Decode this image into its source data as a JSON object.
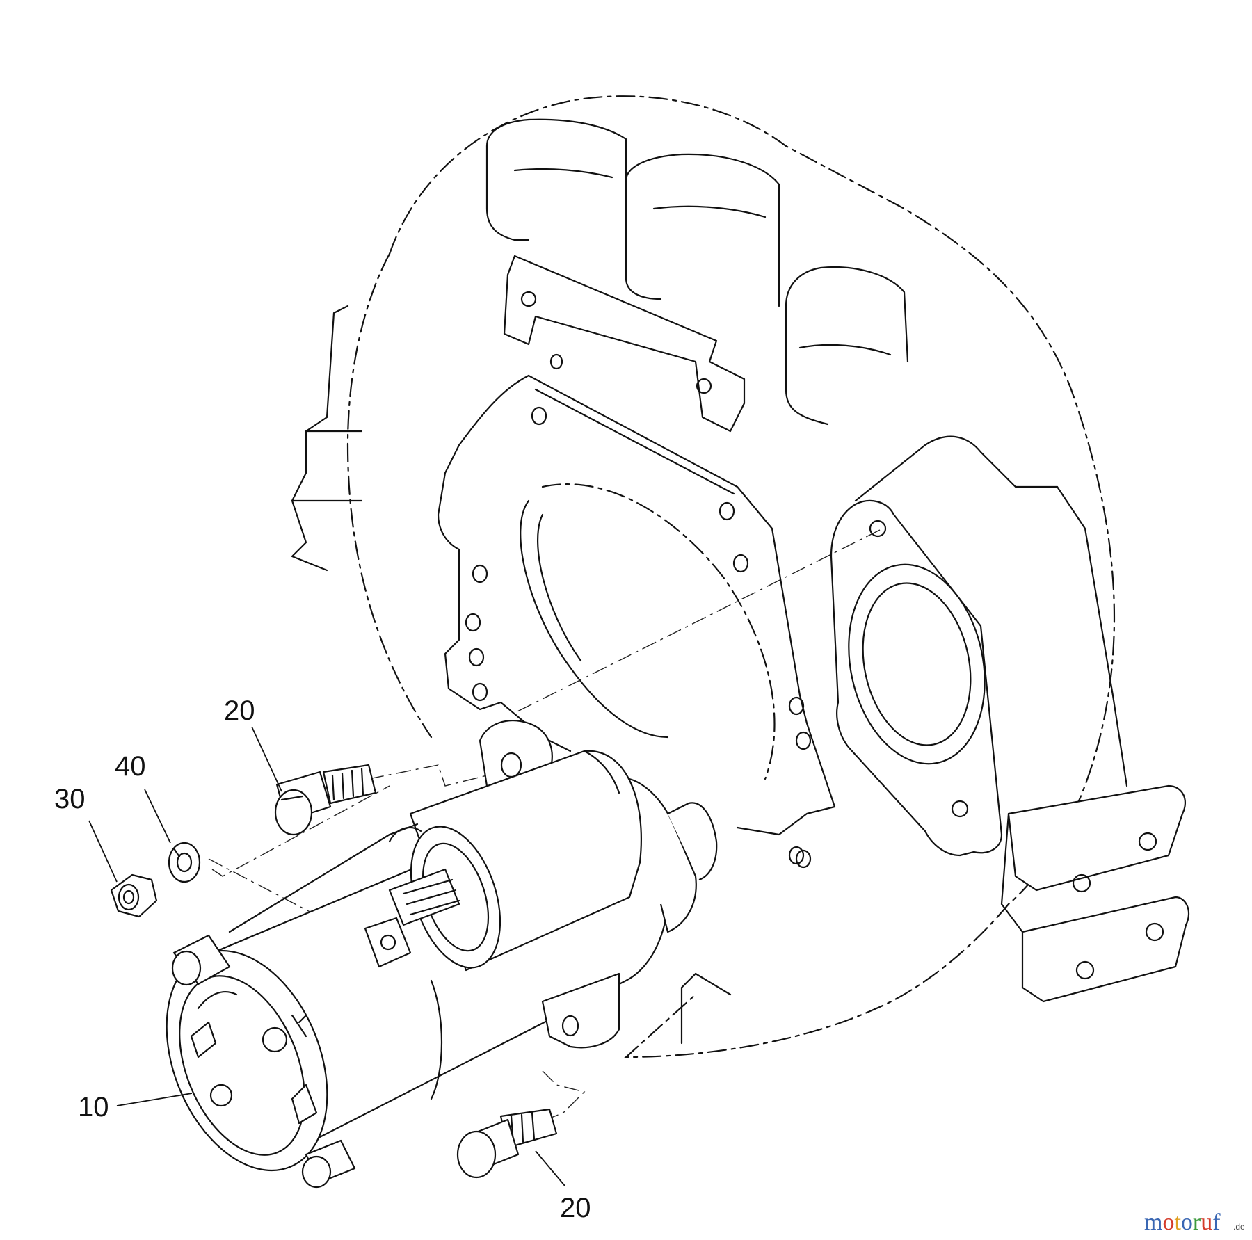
{
  "diagram": {
    "callouts": [
      {
        "id": "callout-20-top",
        "text": "20"
      },
      {
        "id": "callout-40",
        "text": "40"
      },
      {
        "id": "callout-30",
        "text": "30"
      },
      {
        "id": "callout-10",
        "text": "10"
      },
      {
        "id": "callout-20-bottom",
        "text": "20"
      }
    ],
    "watermark": {
      "letters": [
        "m",
        "o",
        "t",
        "o",
        "r",
        "u",
        "f"
      ],
      "letter_colors": [
        "#3a67b3",
        "#d43b2a",
        "#e0a020",
        "#3a67b3",
        "#3d9a3d",
        "#d43b2a",
        "#3a67b3"
      ],
      "suffix": ".de"
    }
  }
}
